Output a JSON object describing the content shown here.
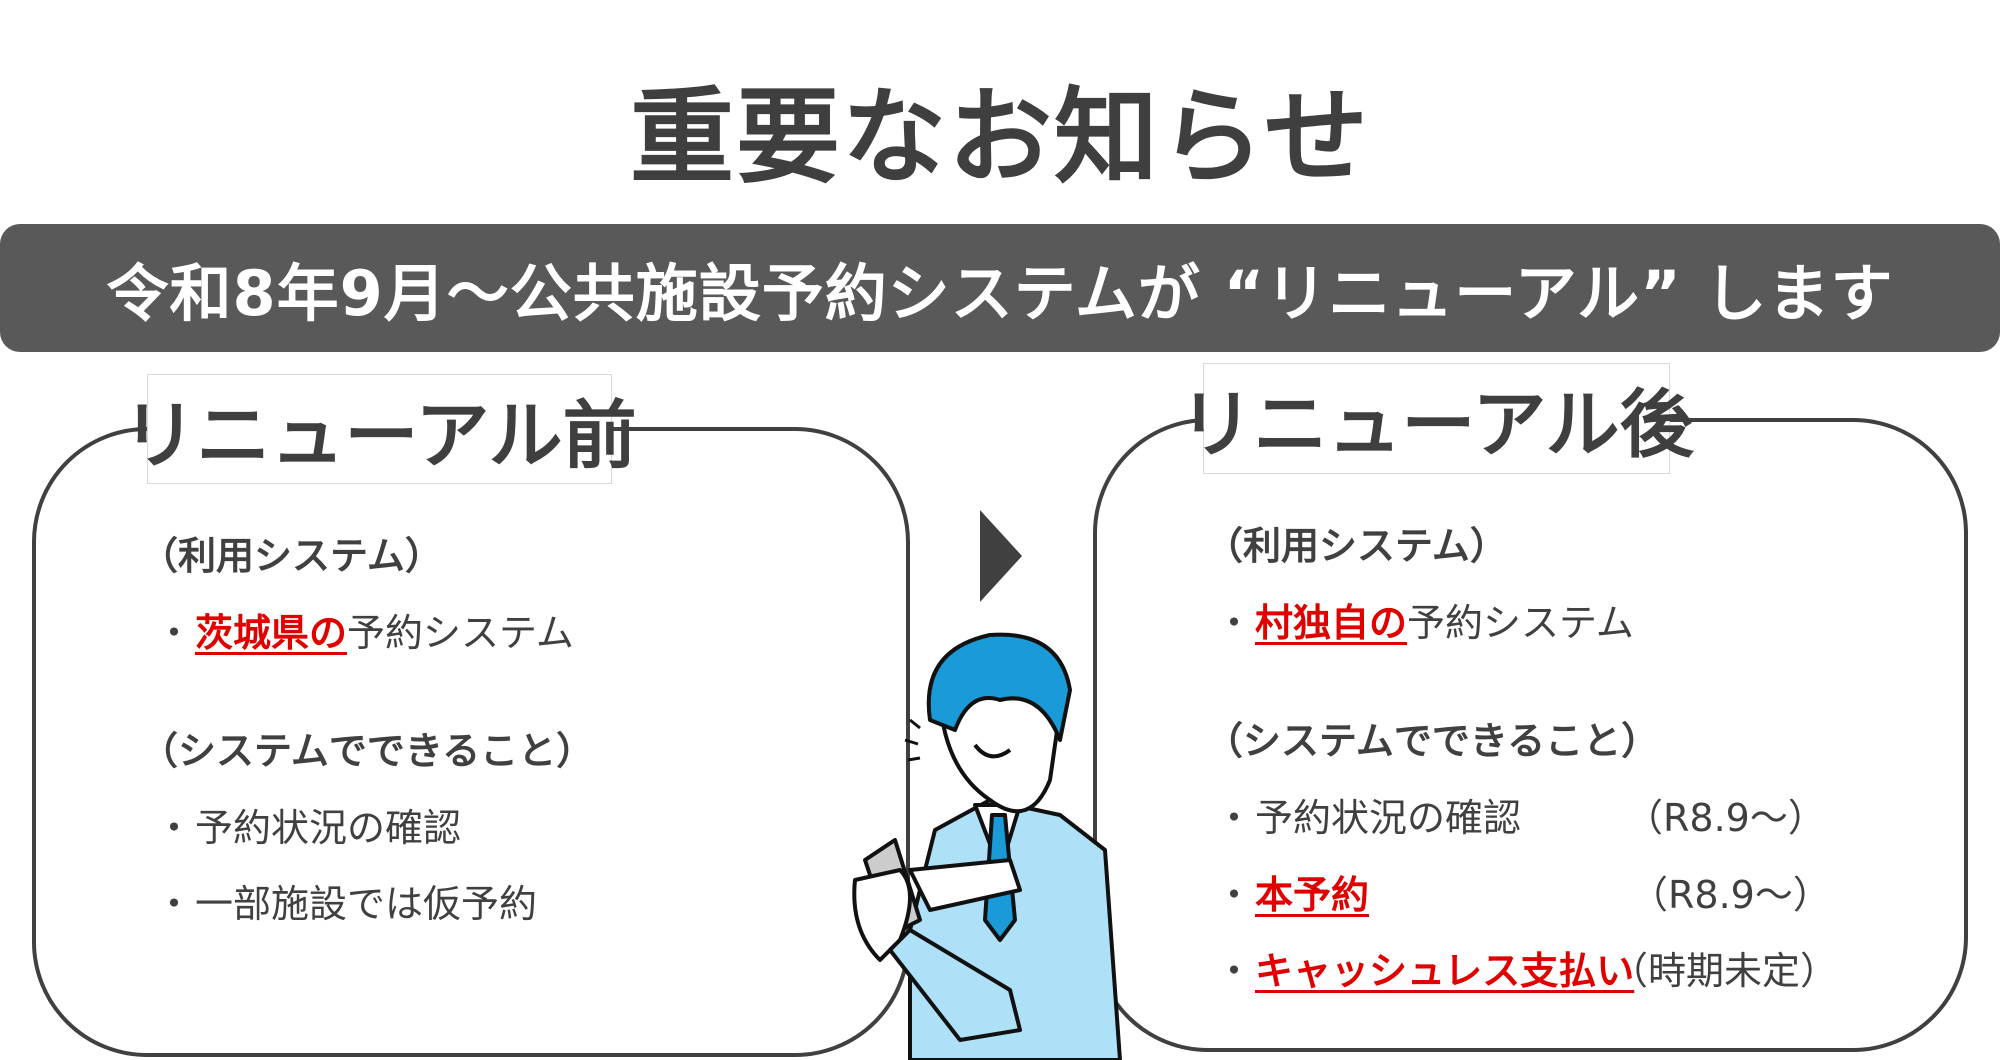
{
  "title": "重要なお知らせ",
  "banner": "令和8年9月～公共施設予約システムが “リニューアル” します",
  "before": {
    "label": "リニューアル前",
    "system_heading": "（利用システム）",
    "system_item_highlight": "茨城県の",
    "system_item_rest": "予約システム",
    "features_heading": "（システムでできること）",
    "features": [
      "予約状況の確認",
      "一部施設では仮予約"
    ]
  },
  "after": {
    "label": "リニューアル後",
    "system_heading": "（利用システム）",
    "system_item_highlight": "村独自の",
    "system_item_rest": "予約システム",
    "features_heading": "（システムでできること）",
    "features": [
      {
        "text": "予約状況の確認",
        "highlight": false,
        "when": "（R8.9～）"
      },
      {
        "text": "本予約",
        "highlight": true,
        "when": "（R8.9～）"
      },
      {
        "text": "キャッシュレス支払い",
        "highlight": true,
        "when": "（時期未定）"
      }
    ]
  },
  "bullet": "・",
  "colors": {
    "banner": "#595959",
    "accent_red": "#e00000",
    "text": "#404040",
    "illustration_blue": "#1a9ad6",
    "suit": "#aee0f7"
  }
}
